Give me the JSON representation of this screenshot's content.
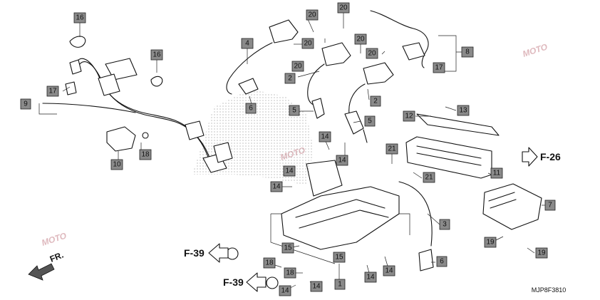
{
  "diagram": {
    "drawing_code": "MJP8F3810",
    "front_label": "FR.",
    "watermark_text": "MOTO",
    "colors": {
      "callout_fill": "#8a8a8a",
      "stroke": "#111111",
      "watermark": "#d7a7ad",
      "dot_pattern": "#9a9a9a"
    },
    "page_refs": [
      {
        "id": "ref-f26",
        "label": "F-26"
      },
      {
        "id": "ref-f39-top",
        "label": "F-39"
      },
      {
        "id": "ref-f39-bottom",
        "label": "F-39"
      }
    ],
    "callouts": [
      {
        "id": "c16a",
        "label": "16"
      },
      {
        "id": "c16b",
        "label": "16"
      },
      {
        "id": "c20a",
        "label": "20"
      },
      {
        "id": "c20b",
        "label": "20"
      },
      {
        "id": "c20c",
        "label": "20"
      },
      {
        "id": "c20d",
        "label": "20"
      },
      {
        "id": "c20e",
        "label": "20"
      },
      {
        "id": "c20f",
        "label": "20"
      },
      {
        "id": "c8",
        "label": "8"
      },
      {
        "id": "c4",
        "label": "4"
      },
      {
        "id": "c17a",
        "label": "17"
      },
      {
        "id": "c17b",
        "label": "17"
      },
      {
        "id": "c9",
        "label": "9"
      },
      {
        "id": "c2a",
        "label": "2"
      },
      {
        "id": "c2b",
        "label": "2"
      },
      {
        "id": "c6a",
        "label": "6"
      },
      {
        "id": "c5a",
        "label": "5"
      },
      {
        "id": "c5b",
        "label": "5"
      },
      {
        "id": "c12",
        "label": "12"
      },
      {
        "id": "c13",
        "label": "13"
      },
      {
        "id": "c18a",
        "label": "18"
      },
      {
        "id": "c10",
        "label": "10"
      },
      {
        "id": "c14a",
        "label": "14"
      },
      {
        "id": "c14b",
        "label": "14"
      },
      {
        "id": "c14c",
        "label": "14"
      },
      {
        "id": "c21a",
        "label": "21"
      },
      {
        "id": "c21b",
        "label": "21"
      },
      {
        "id": "c11",
        "label": "11"
      },
      {
        "id": "c14d",
        "label": "14"
      },
      {
        "id": "c7",
        "label": "7"
      },
      {
        "id": "c3",
        "label": "3"
      },
      {
        "id": "c15a",
        "label": "15"
      },
      {
        "id": "c15b",
        "label": "15"
      },
      {
        "id": "c19a",
        "label": "19"
      },
      {
        "id": "c19b",
        "label": "19"
      },
      {
        "id": "c18b",
        "label": "18"
      },
      {
        "id": "c18c",
        "label": "18"
      },
      {
        "id": "c6b",
        "label": "6"
      },
      {
        "id": "c14e",
        "label": "14"
      },
      {
        "id": "c14f",
        "label": "14"
      },
      {
        "id": "c14g",
        "label": "14"
      },
      {
        "id": "c14h",
        "label": "14"
      },
      {
        "id": "c1",
        "label": "1"
      }
    ]
  }
}
